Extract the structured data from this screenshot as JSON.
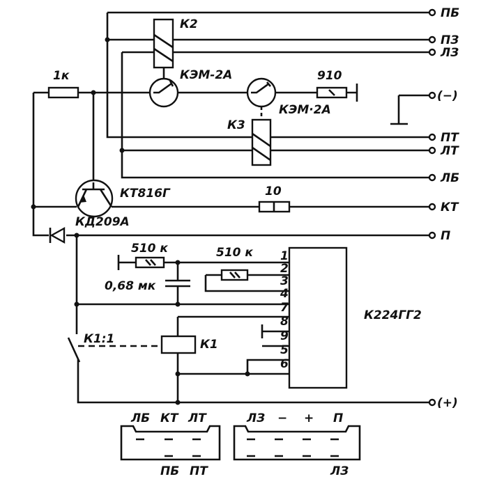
{
  "terminals": {
    "pb": "ПБ",
    "pz": "ПЗ",
    "lz": "ЛЗ",
    "minus": "(−)",
    "pt": "ПТ",
    "lt": "ЛТ",
    "lb": "ЛБ",
    "kt": "КТ",
    "p": "П",
    "plus": "(+)"
  },
  "components": {
    "k2": "К2",
    "k3": "К3",
    "k1": "К1",
    "k1_contact": "К1:1",
    "kem1": "КЭМ-2А",
    "kem2": "КЭМ·2А",
    "r1k": "1к",
    "r910": "910",
    "r10": "10",
    "transistor": "КТ816Г",
    "diode": "КД209А",
    "r510a": "510 к",
    "r510b": "510 к",
    "cap": "0,68 мк",
    "chip": "К224ГГ2"
  },
  "pins": [
    "1",
    "2",
    "3",
    "4",
    "7",
    "8",
    "9",
    "5",
    "6"
  ],
  "connector_left": {
    "top": [
      "ЛБ",
      "КТ",
      "ЛТ"
    ],
    "bottom": [
      "ПБ",
      "ПТ"
    ]
  },
  "connector_right": {
    "top": [
      "ЛЗ",
      "−",
      "+",
      "П"
    ],
    "bottom": [
      "ЛЗ"
    ]
  }
}
